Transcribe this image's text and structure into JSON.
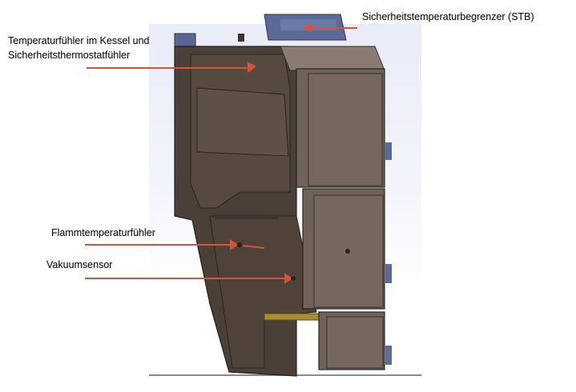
{
  "diagram": {
    "title": "",
    "subject": "Heizkessel (boiler) cross-section with sensor positions",
    "labels": [
      {
        "id": "stb",
        "text": "Sicherheitstemperaturbegrenzer (STB)"
      },
      {
        "id": "kessel_line1",
        "text": "Temperaturfühler im Kessel und"
      },
      {
        "id": "kessel_line2",
        "text": "Sicherheitsthermostatfühler"
      },
      {
        "id": "flamme",
        "text": "Flammtemperaturfühler"
      },
      {
        "id": "vakuum",
        "text": "Vakuumsensor"
      }
    ],
    "colors": {
      "arrow": "#d9533a",
      "body_dark": "#4a4038",
      "door": "#6e625a",
      "control_box": "#5c6a98",
      "background_tint": "#e9ebf8"
    }
  }
}
